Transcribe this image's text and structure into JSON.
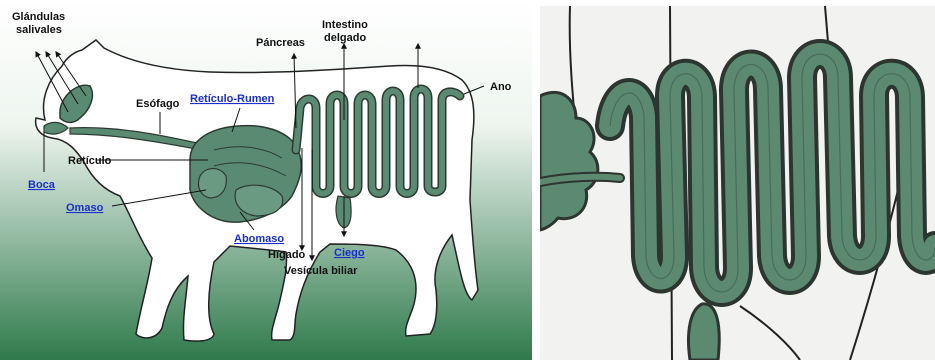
{
  "labels": {
    "glandulas_line1": "Glándulas",
    "glandulas_line2": "salivales",
    "intestino_line1": "Intestino",
    "intestino_line2": "delgado",
    "pancreas": "Páncreas",
    "esofago": "Esófago",
    "reticulo_rumen": "Retículo-Rumen",
    "ano": "Ano",
    "reticulo": "Retículo",
    "boca": "Boca",
    "omaso": "Omaso",
    "abomaso": "Abomaso",
    "higado": "Hígado",
    "vesicula": "Vesícula biliar",
    "ciego": "Ciego"
  },
  "colors": {
    "background_top": "#ffffff",
    "background_bottom": "#2f7a4c",
    "organ_fill": "#5a8b72",
    "organ_stroke": "#2d3a33",
    "link_text": "#1a2fd0"
  }
}
